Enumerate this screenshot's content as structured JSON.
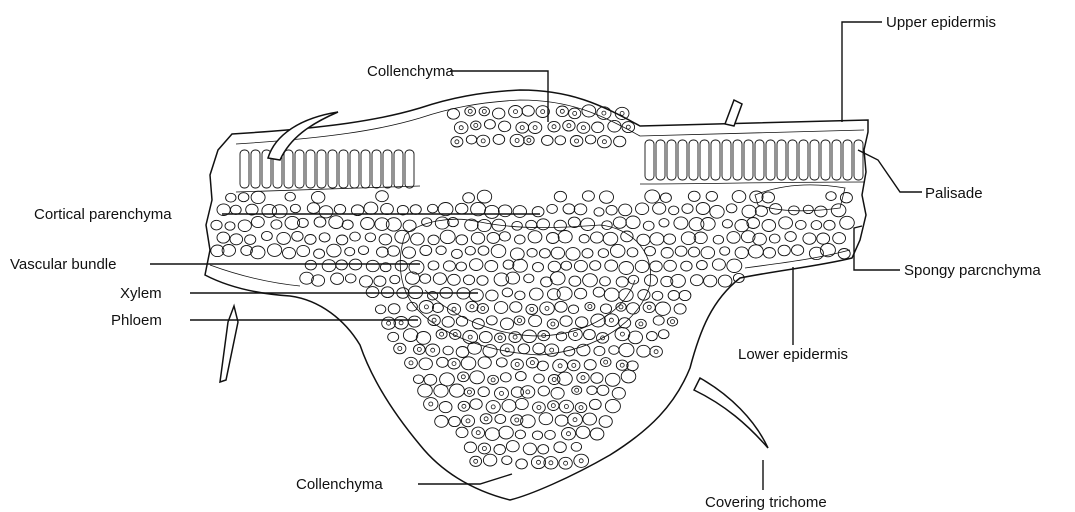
{
  "diagram": {
    "labels": {
      "upper_epidermis": "Upper epidermis",
      "collenchyma_top": "Collenchyma",
      "palisade": "Palisade",
      "cortical_parenchyma": "Cortical parenchyma",
      "vascular_bundle": "Vascular bundle",
      "spongy_parenchyma": "Spongy parcnchyma",
      "xylem": "Xylem",
      "phloem": "Phloem",
      "lower_epidermis": "Lower epidermis",
      "collenchyma_bottom": "Collenchyma",
      "covering_trichome": "Covering trichome"
    }
  }
}
